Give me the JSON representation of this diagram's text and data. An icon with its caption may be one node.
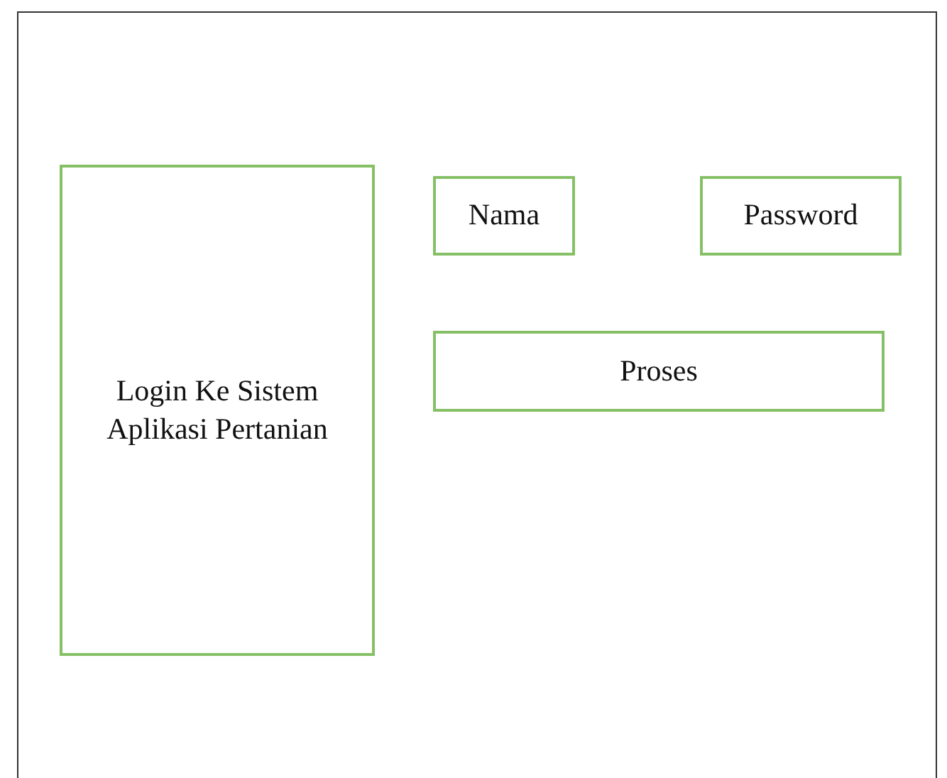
{
  "diagram": {
    "nodes": [
      {
        "text": [],
        "shape": "box"
      },
      {
        "text": [
          "Login Ke Sistem Aplikasi Pertanian"
        ],
        "in": 0
      },
      {
        "text": [
          "Nama"
        ],
        "in": 0
      },
      {
        "text": [
          "Password"
        ],
        "in": 0
      },
      {
        "text": [
          "Proses"
        ],
        "in": 0
      }
    ],
    "edges": []
  }
}
